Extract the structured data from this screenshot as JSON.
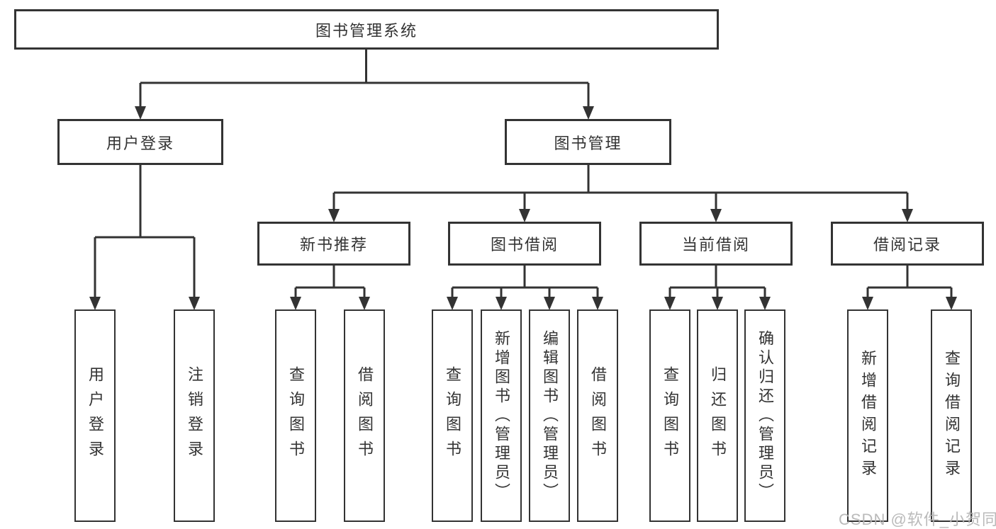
{
  "diagram": {
    "root": "图书管理系统",
    "branches": [
      {
        "label": "用户登录",
        "children": [
          {
            "label": "用户登录"
          },
          {
            "label": "注销登录"
          }
        ]
      },
      {
        "label": "图书管理",
        "children": [
          {
            "label": "新书推荐",
            "children": [
              {
                "label": "查询图书"
              },
              {
                "label": "借阅图书"
              }
            ]
          },
          {
            "label": "图书借阅",
            "children": [
              {
                "label": "查询图书"
              },
              {
                "label": "新增图书（管理员）"
              },
              {
                "label": "编辑图书（管理员）"
              },
              {
                "label": "借阅图书"
              }
            ]
          },
          {
            "label": "当前借阅",
            "children": [
              {
                "label": "查询图书"
              },
              {
                "label": "归还图书"
              },
              {
                "label": "确认归还（管理员）"
              }
            ]
          },
          {
            "label": "借阅记录",
            "children": [
              {
                "label": "新增借阅记录"
              },
              {
                "label": "查询借阅记录"
              }
            ]
          }
        ]
      }
    ]
  },
  "watermark": {
    "text": "CSDN @软件_小贺同学"
  },
  "colors": {
    "line": "#333333",
    "text": "#333333",
    "background": "#ffffff",
    "watermark": "#b2b2b2"
  }
}
